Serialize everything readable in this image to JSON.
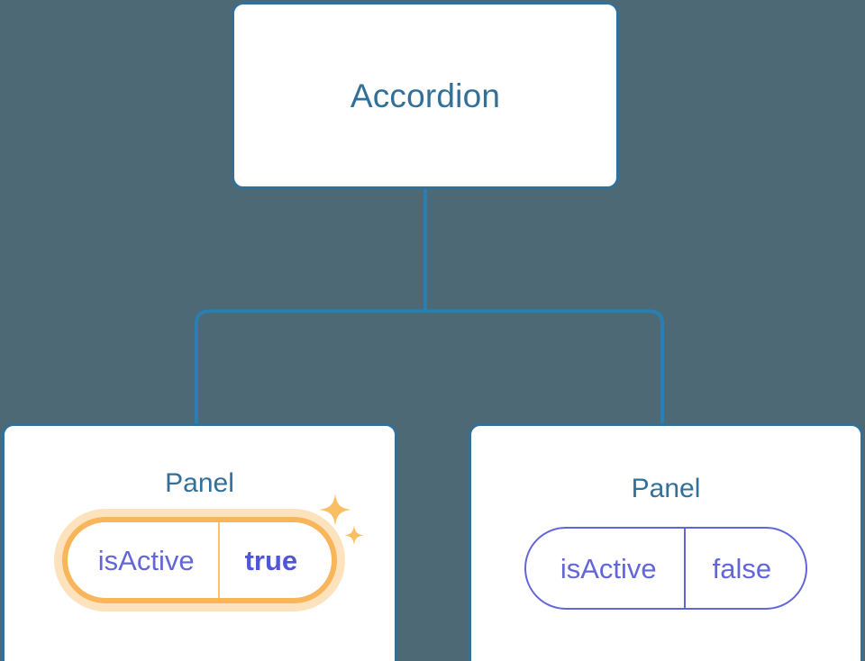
{
  "theme": {
    "background": "#4c6975",
    "node_border": "#337099",
    "node_fill": "#ffffff",
    "node_text": "#337099",
    "connector": "#2b7fb0",
    "prop_border": "#6366d8",
    "prop_text": "#6366d8",
    "highlight_border": "#f8b559",
    "highlight_glow": "#fce3bd",
    "highlight_value_text": "#4f57d6",
    "sparkle": "#fbbf63"
  },
  "tree": {
    "root": {
      "title": "Accordion"
    },
    "children": [
      {
        "title": "Panel",
        "highlighted": true,
        "prop": {
          "key": "isActive",
          "value": "true"
        },
        "decorations": [
          "sparkle-large-icon",
          "sparkle-small-icon"
        ]
      },
      {
        "title": "Panel",
        "highlighted": false,
        "prop": {
          "key": "isActive",
          "value": "false"
        },
        "decorations": []
      }
    ]
  }
}
